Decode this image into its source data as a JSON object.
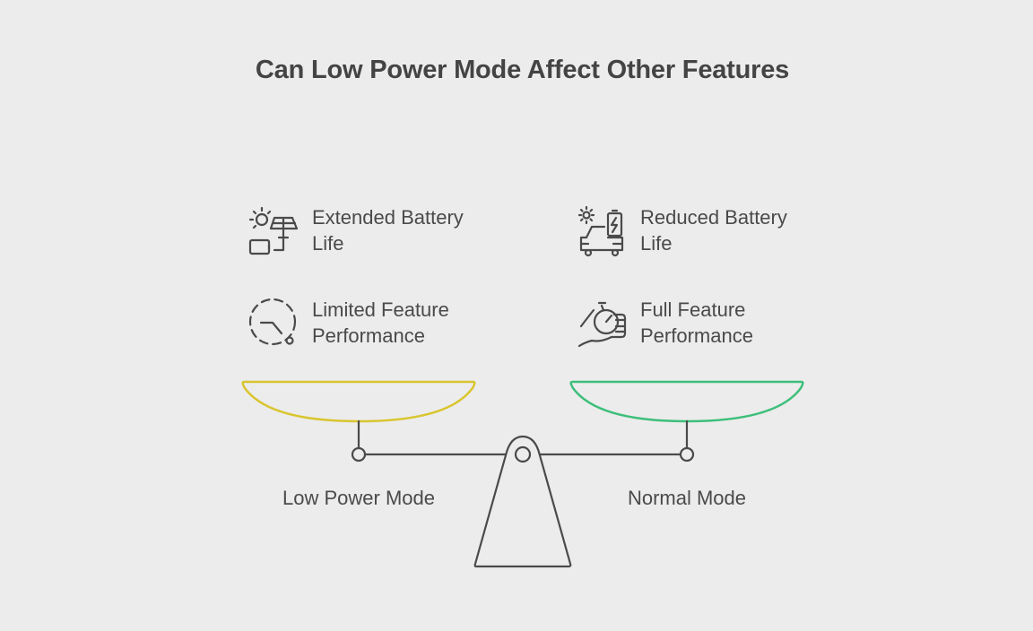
{
  "title": "Can Low Power Mode Affect Other Features",
  "left": {
    "label": "Low Power Mode",
    "pan_color": "#d9c52e",
    "items": [
      {
        "icon": "solar-battery-icon",
        "lines": [
          "Extended Battery",
          "Life"
        ]
      },
      {
        "icon": "dashed-timer-icon",
        "lines": [
          "Limited Feature",
          "Performance"
        ]
      }
    ]
  },
  "right": {
    "label": "Normal Mode",
    "pan_color": "#3dbf7a",
    "items": [
      {
        "icon": "car-charging-icon",
        "lines": [
          "Reduced Battery",
          "Life"
        ]
      },
      {
        "icon": "hand-stopwatch-icon",
        "lines": [
          "Full Feature",
          "Performance"
        ]
      }
    ]
  },
  "colors": {
    "background": "#ececec",
    "ink": "#4a4a4a"
  }
}
